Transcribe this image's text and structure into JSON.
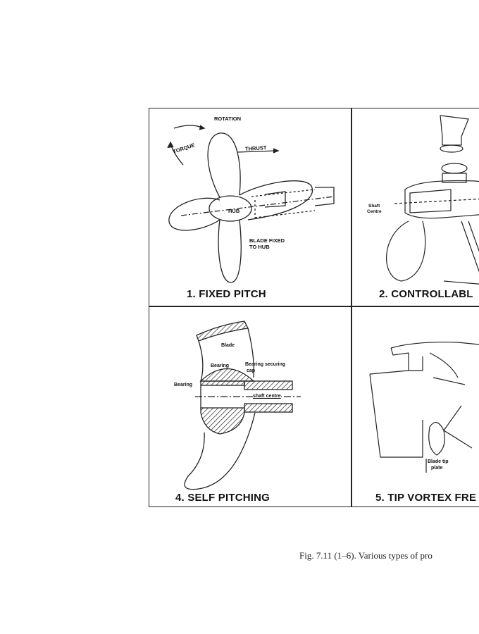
{
  "panels": [
    {
      "title": "1. FIXED PITCH",
      "labels": {
        "rotation": "ROTATION",
        "torque": "TORQUE",
        "thrust": "THRUST",
        "hub": "HUB",
        "blade_fixed_1": "BLADE FIXED",
        "blade_fixed_2": "TO HUB"
      }
    },
    {
      "title": "2. CONTROLLABL",
      "labels": {
        "shaft_1": "Shaft",
        "shaft_2": "Centre"
      }
    },
    {
      "title": "4. SELF PITCHING",
      "labels": {
        "blade": "Blade",
        "bearing_top": "Bearing",
        "bearing_cap_1": "Bearing securing",
        "bearing_cap_2": "cap",
        "bearing_left": "Bearing",
        "shaft_centre": "shaft centre"
      }
    },
    {
      "title": "5. TIP VORTEX FRE",
      "labels": {
        "blade_tip_1": "Blade tip",
        "blade_tip_2": "plate"
      }
    }
  ],
  "caption": "Fig. 7.11 (1–6). Various types of pro"
}
